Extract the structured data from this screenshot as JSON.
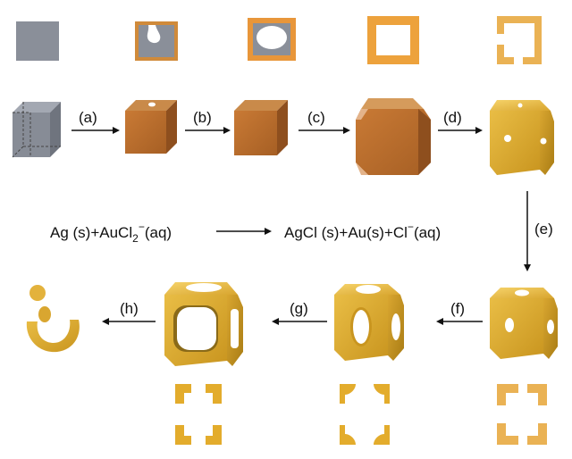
{
  "step_labels": {
    "a": "(a)",
    "b": "(b)",
    "c": "(c)",
    "d": "(d)",
    "e": "(e)",
    "f": "(f)",
    "g": "(g)",
    "h": "(h)"
  },
  "equation": {
    "left": "Ag (s)+AuCl",
    "left_sub": "2",
    "left_sup": "−",
    "left_tail": "(aq)",
    "right": "AgCl (s)+Au(s)+Cl",
    "right_sup": "−",
    "right_tail": "(aq)"
  },
  "colors": {
    "silver_cube": "#8a8f99",
    "silver_dark": "#6f747e",
    "copper": "#b86a2c",
    "copper_dark": "#8e4f1e",
    "gold": "#e3b23c",
    "gold_dark": "#b98a1c",
    "outline_orange": "#e89a3a",
    "arrow": "#111111"
  }
}
